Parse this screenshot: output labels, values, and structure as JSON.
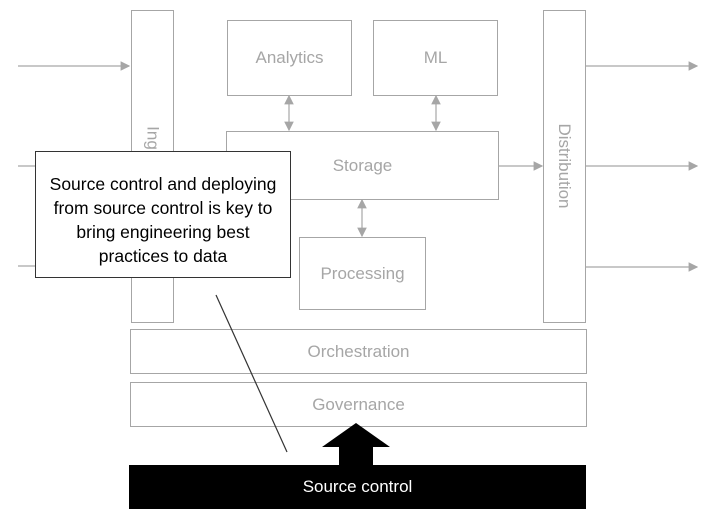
{
  "diagram": {
    "boxes": {
      "analytics": "Analytics",
      "ml": "ML",
      "storage": "Storage",
      "processing": "Processing",
      "orchestration": "Orchestration",
      "governance": "Governance",
      "ingestion_visible": "Ing",
      "distribution": "Distribution"
    },
    "callout": "Source control and deploying from source control is key to bring engineering best practices to data",
    "source_control": "Source control"
  },
  "colors": {
    "box_border": "#a6a6a6",
    "box_text": "#a6a6a6",
    "arrow": "#a6a6a6",
    "callout_border": "#333333",
    "source_control_bg": "#000000",
    "source_control_text": "#ffffff"
  }
}
